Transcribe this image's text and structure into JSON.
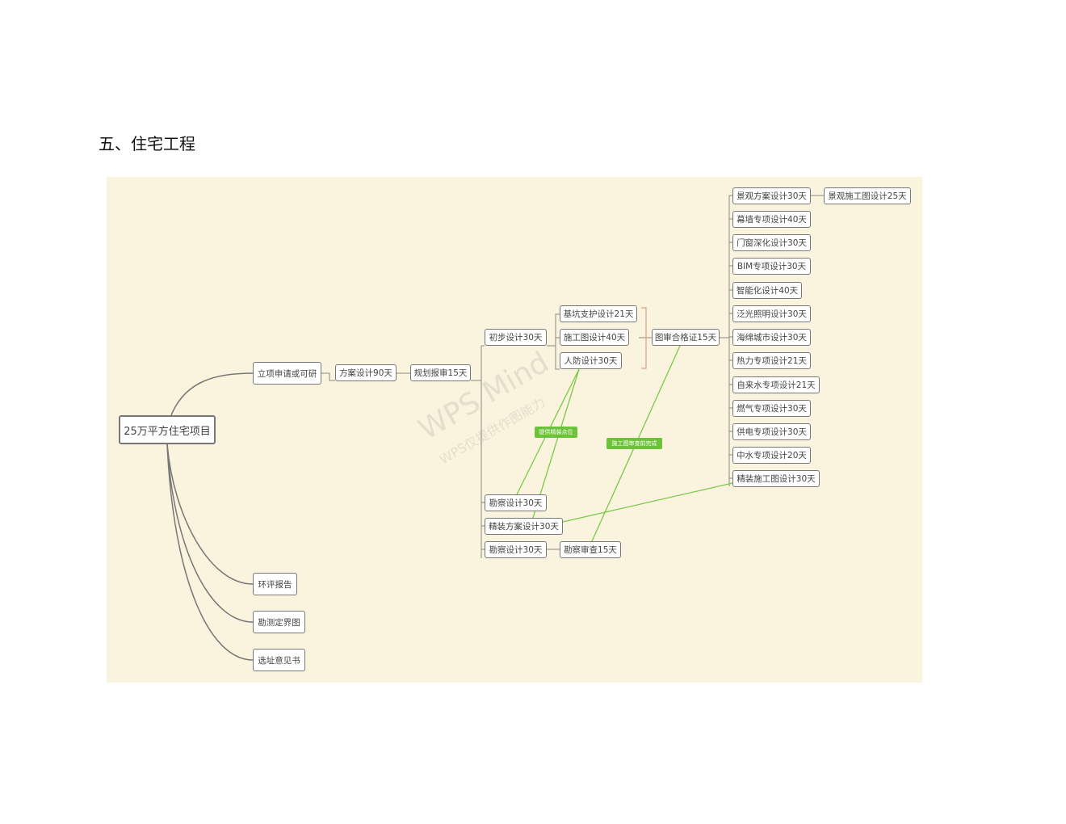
{
  "heading": "五、住宅工程",
  "watermark": {
    "main": "WPS Mind",
    "sub": "WPS仅提供作图能力"
  },
  "nodes": {
    "root": "25万平方住宅项目",
    "lixiang": "立项申请或可研",
    "fangan": "方案设计90天",
    "guihua": "规划报审15天",
    "chubu": "初步设计30天",
    "jikeng": "基坑支护设计21天",
    "shigongtu": "施工图设计40天",
    "renfang": "人防设计30天",
    "tushen": "图审合格证15天",
    "kancha1": "勘察设计30天",
    "jingzhuang": "精装方案设计30天",
    "kancha2": "勘察设计30天",
    "kanchashencha": "勘察审查15天",
    "huanping": "环评报告",
    "kance": "勘测定界图",
    "xuanzhi": "选址意见书",
    "right": [
      "景观方案设计30天",
      "幕墙专项设计40天",
      "门窗深化设计30天",
      "BIM专项设计30天",
      "智能化设计40天",
      "泛光照明设计30天",
      "海绵城市设计30天",
      "热力专项设计21天",
      "自来水专项设计21天",
      "燃气专项设计30天",
      "供电专项设计30天",
      "中水专项设计20天",
      "精装施工图设计30天"
    ],
    "jingguan_sg": "景观施工图设计25天"
  },
  "tags": {
    "t1": "提供精装点位",
    "t2": "施工图审查前完成"
  }
}
